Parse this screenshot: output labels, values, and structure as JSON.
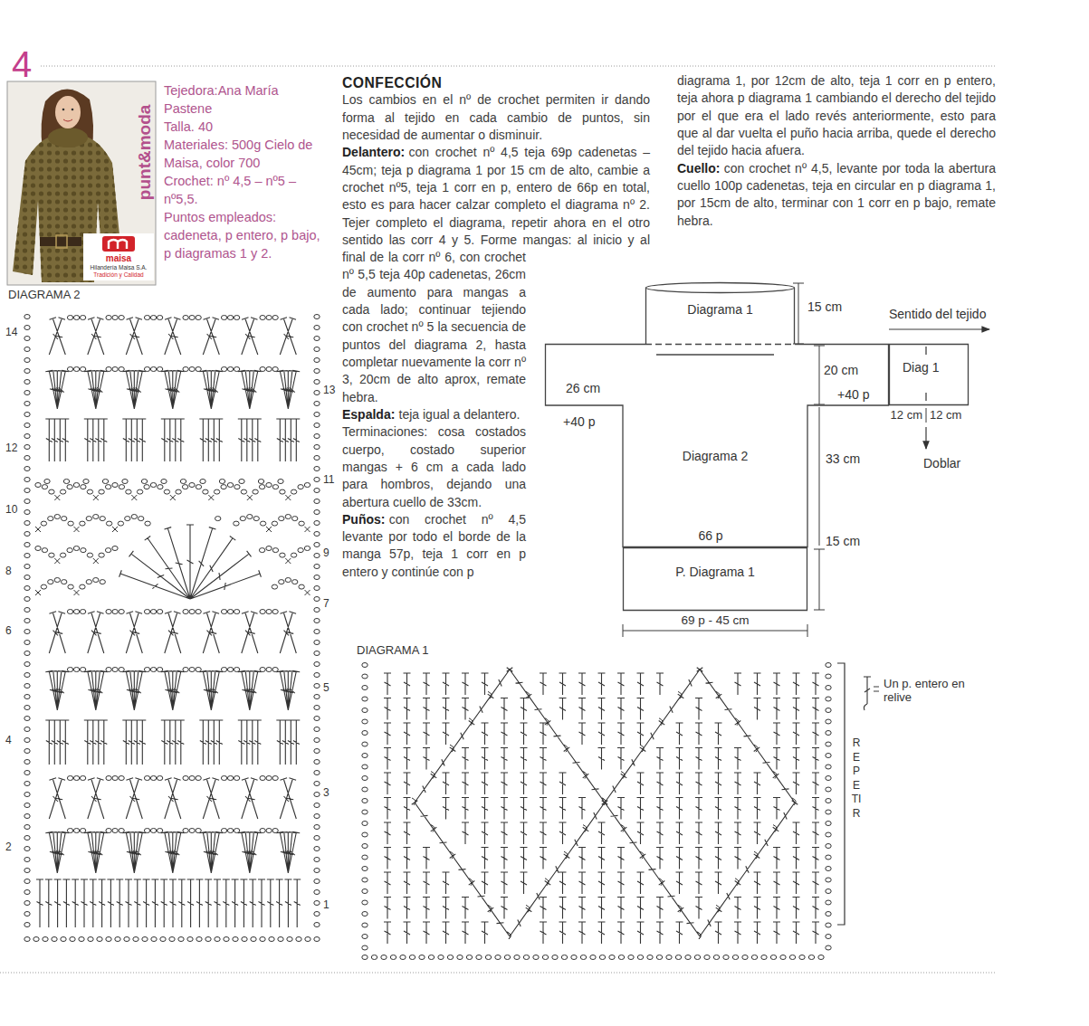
{
  "diagram": {
    "nodes": [
      {
        "text": [
          "maisa",
          "Hilandería Maisa S.A.",
          "Tradición y Calidad"
        ]
      },
      {
        "text": [
          "Diagrama 1"
        ]
      },
      {
        "text": [
          "Diagrama 2"
        ]
      },
      {
        "text": [
          "Diag 1"
        ]
      },
      {
        "text": [
          "P. Diagrama 1"
        ]
      }
    ],
    "labels": [
      "4",
      "punt&moda",
      "Tejedora:Ana María Pastene",
      "Talla. 40",
      "Materiales: 500g Cielo de Maisa, color 700",
      "Crochet: nº 4,5 – nº5 – nº5,5.",
      "Puntos empleados: cadeneta, p entero, p bajo, p diagramas 1 y 2.",
      "CONFECCIÓN",
      "Los cambios en el nº de crochet permiten ir dando forma al tejido en cada cambio de puntos, sin necesidad de aumentar o disminuir.",
      "Delantero:",
      "con crochet nº 4,5 teja 69p cadenetas – 45cm; teja p diagrama 1 por 15 cm de alto, cambie a crochet nº5, teja 1 corr en p, entero de 66p en total, esto es para hacer calzar completo el diagrama nº 2. Tejer completo el diagrama, repetir ahora en el otro sentido las corr 4 y 5. Forme mangas: al inicio y al final de la corr nº 6, con crochet nº 5,5 teja 40p cadenetas, 26cm de aumento para mangas a cada lado; continuar tejiendo con crochet nº 5 la secuencia de puntos del diagrama 2, hasta completar nuevamente la corr nº 3, 20cm de alto aprox, remate hebra.",
      "Espalda:",
      "teja igual a delantero.",
      "Terminaciones: cosa costados cuerpo, costado superior mangas + 6 cm a cada lado para hombros, dejando una abertura cuello de 33cm.",
      "Puños:",
      "con crochet nº 4,5 levante por todo el borde de la manga 57p, teja 1 corr en p entero y continúe con p",
      "diagrama 1, por 12cm de alto, teja 1 corr en p entero, teja ahora p diagrama 1 cambiando el derecho del tejido por el que era el lado revés anteriormente, esto para que al dar vuelta el puño hacia arriba, quede el derecho del tejido hacia afuera.",
      "Cuello:",
      "con crochet nº 4,5, levante por toda la abertura cuello 100p cadenetas, teja en circular en p diagrama 1, por 15cm de alto, terminar con 1 corr en p bajo, remate hebra.",
      "DIAGRAMA 2",
      "14",
      "13",
      "12",
      "11",
      "10",
      "9",
      "8",
      "7",
      "6",
      "5",
      "4",
      "3",
      "2",
      "1",
      "15 cm",
      "Sentido del tejido",
      "20 cm",
      "+40 p",
      "26 cm",
      "+40 p",
      "33 cm",
      "66 p",
      "15 cm",
      "69 p - 45 cm",
      "12 cm",
      "12 cm",
      "Doblar",
      "DIAGRAMA 1",
      "REPETIR"
    ],
    "legend": [
      {
        "text": "Un p. entero en relive"
      }
    ]
  }
}
